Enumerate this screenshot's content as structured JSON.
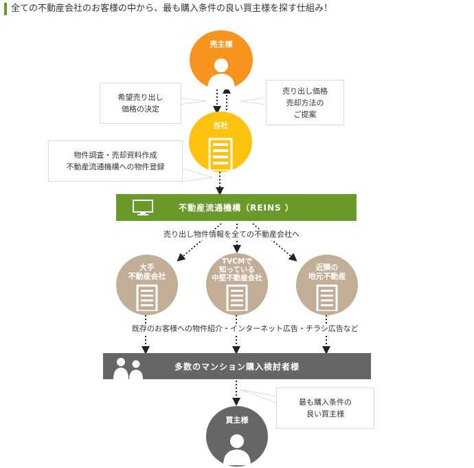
{
  "title": "全ての不動産会社のお客様の中から、最も購入条件の良い買主様を探す仕組み！",
  "colors": {
    "seller": "#f7941d",
    "company": "#ffc20e",
    "reins": "#6a9a2a",
    "broker": "#c2ad96",
    "buyers_bar": "#666666",
    "buyer": "#666666"
  },
  "nodes": {
    "seller": {
      "label": "売主様",
      "icon": "person-icon"
    },
    "company": {
      "label": "当社",
      "icon": "building-icon"
    },
    "reins": {
      "label": "不動産流通機構（REINS ）",
      "icon": "monitor-icon"
    },
    "broker_large": {
      "label": "大手\n不動産会社",
      "icon": "building-icon"
    },
    "broker_tv": {
      "label": "TVCMで\n知っている\n中堅不動産会社",
      "icon": "building-icon"
    },
    "broker_local": {
      "label": "近隣の\n地元不動産",
      "icon": "building-icon"
    },
    "buyers": {
      "label": "多数のマンション購入検討者様",
      "icon": "people-icon"
    },
    "buyer": {
      "label": "買主様",
      "icon": "person-icon"
    }
  },
  "callouts": {
    "decide_price": "希望売り出し\n価格の決定",
    "propose_price": "売り出し価格\n売却方法の\nご提案",
    "register": "物件調査・売却資料作成\n不動産流通機構への物件登録",
    "best_buyer": "最も購入条件の\n良い買主様"
  },
  "banners": {
    "share_info": "売り出し物件情報を全ての不動産会社へ",
    "introduce": "既存のお客様への物件紹介・インターネット広告・チラシ広告など"
  }
}
